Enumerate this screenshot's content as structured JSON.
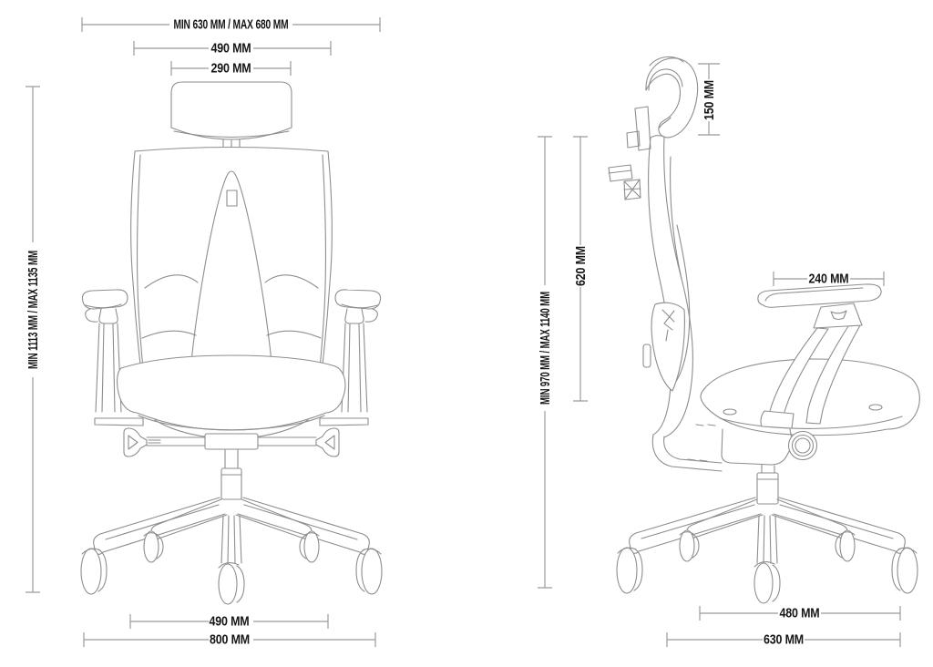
{
  "diagram": {
    "type": "technical-dimension-drawing",
    "subject": "ergonomic office chair, front and side orthographic views",
    "background_color": "#ffffff",
    "artwork_line_color": "#8e8e8e",
    "dimension_line_color": "#9b9b9b",
    "label_color": "#151515",
    "front_view": {
      "name": "front view",
      "dims": {
        "width_minmax": {
          "label": "MIN 630 MM / MAX 680 MM"
        },
        "backrest_width": {
          "label": "490 MM"
        },
        "headrest_width": {
          "label": "290 MM"
        },
        "height_minmax": {
          "label": "MIN 1113 MM / MAX 1135 MM"
        },
        "base_inner": {
          "label": "490 MM"
        },
        "base_width": {
          "label": "800 MM"
        }
      }
    },
    "side_view": {
      "name": "side view",
      "dims": {
        "headrest_height": {
          "label": "150 MM"
        },
        "backrest_height": {
          "label": "620 MM"
        },
        "height_minmax": {
          "label": "MIN 970 MM / MAX 1140 MM"
        },
        "armrest_length": {
          "label": "240 MM"
        },
        "base_inner": {
          "label": "480 MM"
        },
        "base_depth": {
          "label": "630 MM"
        }
      }
    }
  }
}
